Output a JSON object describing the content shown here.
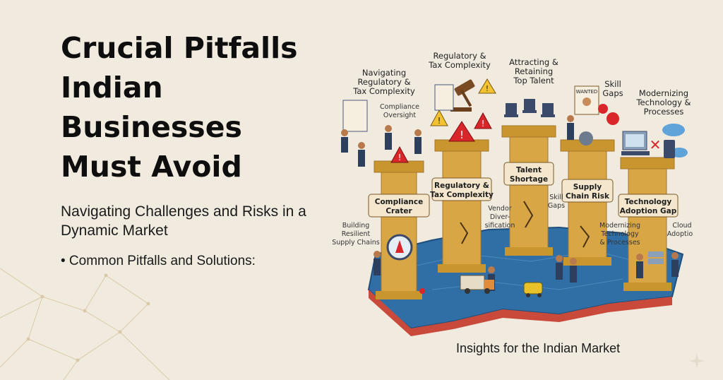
{
  "title": "Crucial Pitfalls Indian Businesses Must Avoid",
  "subtitle": "Navigating Challenges and Risks in a Dynamic Market",
  "bullet": "• Common Pitfalls and Solutions:",
  "footer": "Insights for the Indian Market",
  "illustration": {
    "top_labels": {
      "navigating": [
        "Navigating",
        "Regulatory &",
        "Tax Complexity"
      ],
      "regulatory": [
        "Regulatory &",
        "Tax Complexity"
      ],
      "attracting": [
        "Attracting &",
        "Retaining",
        "Top Talent"
      ],
      "skill": [
        "Skill",
        "Gaps"
      ],
      "modernizing": [
        "Modernizing",
        "Technology &",
        "Processes"
      ],
      "compliance_oversight": [
        "Compliance",
        "Oversight"
      ]
    },
    "wanted_sign": "WANTED",
    "pillar_plaques": [
      [
        "Compliance",
        "Crater"
      ],
      [
        "Regulatory &",
        "Tax Complexity"
      ],
      [
        "Talent",
        "Shortage"
      ],
      [
        "Supply",
        "Chain Risk"
      ],
      [
        "Technology",
        "Adoption Gap"
      ]
    ],
    "side_labels": {
      "vendor": [
        "Vendor",
        "Diver-",
        "sification"
      ],
      "skill_gaps": [
        "Skill",
        "Gaps"
      ],
      "building": [
        "Building",
        "Resilient",
        "Supply Chains"
      ],
      "modernizing_small": [
        "Modernizing",
        "Technology",
        "& Processes"
      ],
      "cloud": [
        "Cloud",
        "Adoption"
      ]
    }
  },
  "colors": {
    "background": "#f1ebdf",
    "pillar": "#d9a646",
    "pillar_dark": "#a8772a",
    "map": "#2f6fa6",
    "warning": "#d8262a"
  }
}
